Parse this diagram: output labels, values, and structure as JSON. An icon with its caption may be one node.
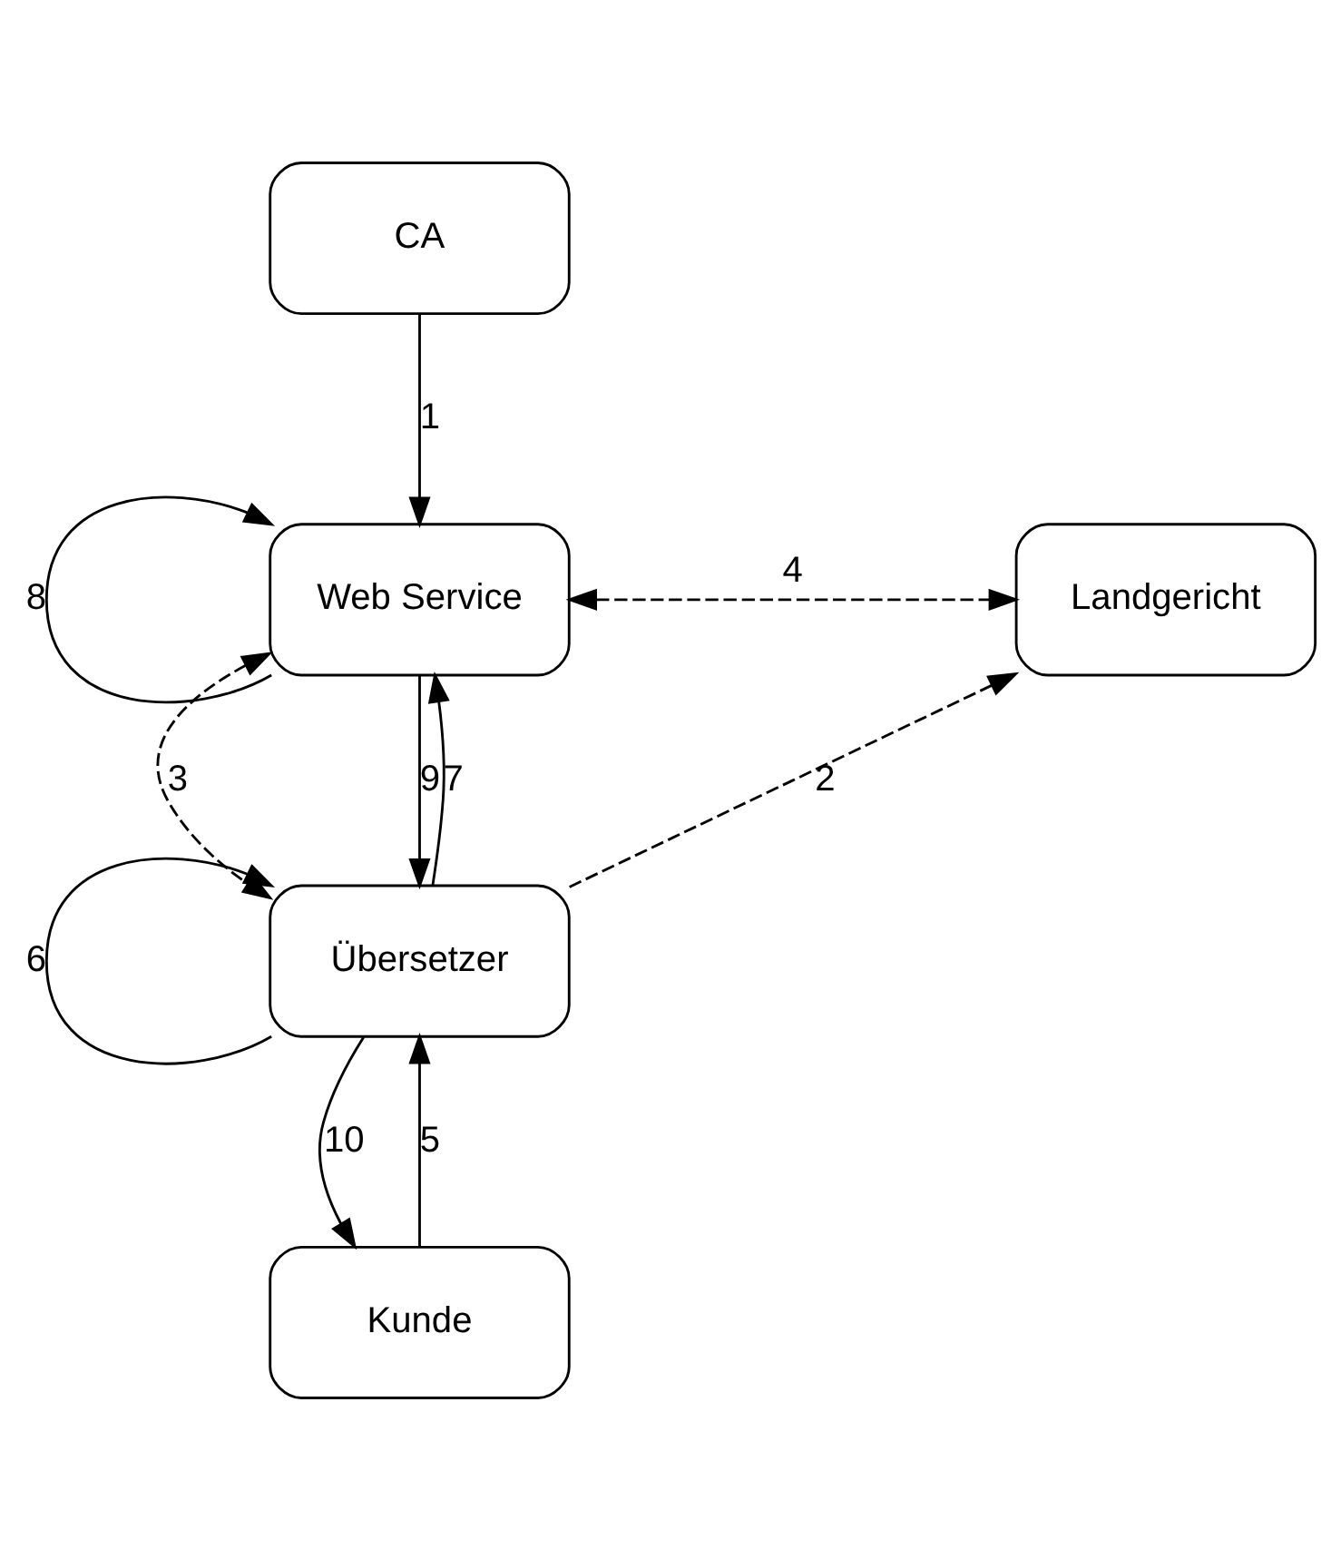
{
  "diagram": {
    "nodes": [
      {
        "text": [
          "CA"
        ]
      },
      {
        "text": [
          "Web Service"
        ]
      },
      {
        "text": [
          "Landgericht"
        ]
      },
      {
        "text": [
          "Übersetzer"
        ]
      },
      {
        "text": [
          "Kunde"
        ]
      }
    ],
    "edges": [
      {
        "from": 0,
        "to": 1,
        "arrow": "to",
        "label": "1"
      },
      {
        "from": 3,
        "to": 2,
        "arrow": "to",
        "label": "2",
        "style": "dashed"
      },
      {
        "from": 1,
        "to": 3,
        "arrow": "both",
        "label": "3",
        "style": "dashed"
      },
      {
        "from": 1,
        "to": 2,
        "arrow": "both",
        "label": "4",
        "style": "dashed"
      },
      {
        "from": 4,
        "to": 3,
        "arrow": "to",
        "label": "5"
      },
      {
        "from": 3,
        "to": 3,
        "arrow": "to",
        "label": "6"
      },
      {
        "from": 3,
        "to": 1,
        "arrow": "to",
        "label": "7"
      },
      {
        "from": 1,
        "to": 1,
        "arrow": "to",
        "label": "8"
      },
      {
        "from": 1,
        "to": 3,
        "arrow": "to",
        "label": "9"
      },
      {
        "from": 3,
        "to": 4,
        "arrow": "to",
        "label": "10"
      }
    ]
  }
}
